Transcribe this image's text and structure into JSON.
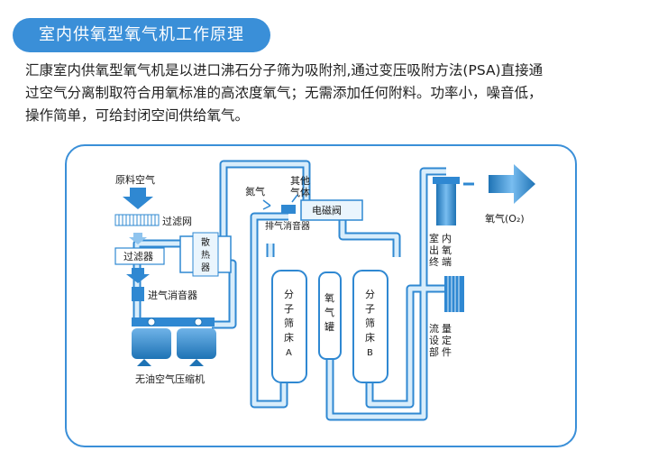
{
  "title": "室内供氧型氧气机工作原理",
  "intro": {
    "line1": "汇康室内供氧型氧气机是以进口沸石分子筛为吸附剂,通过变压吸附方法(PSA)直接通",
    "line2": "过空气分离制取符合用氧标准的高浓度氧气；无需添加任何附料。功率小，噪音低，",
    "line3": "操作简单，可给封闭空间供给氧气。"
  },
  "diagram": {
    "raw_air": "原料空气",
    "filter_net": "过滤网",
    "filter": "过滤器",
    "heat_sink": [
      "散",
      "热",
      "器"
    ],
    "intake_muffler": "进气消音器",
    "compressor": "无油空气压缩机",
    "nitrogen": "氮气",
    "other_gas": [
      "其他",
      "气体"
    ],
    "exhaust_muffler": "排气消音器",
    "solenoid_valve": "电磁阀",
    "sieve_a": [
      "分",
      "子",
      "筛",
      "床",
      "A"
    ],
    "oxygen_tank": [
      "氧",
      "气",
      "罐"
    ],
    "sieve_b": [
      "分",
      "子",
      "筛",
      "床",
      "B"
    ],
    "indoor_outlet": [
      "室",
      "内",
      "出",
      "氧",
      "终",
      "端"
    ],
    "flow_setting": [
      "流",
      "量",
      "设",
      "定",
      "部",
      "件"
    ],
    "oxygen_out": "氧气(O₂)"
  },
  "colors": {
    "accent": "#3a8fd8",
    "pipe": "#cfe6f7",
    "component": "#1e73b5",
    "arrow": "#2f88d2"
  }
}
